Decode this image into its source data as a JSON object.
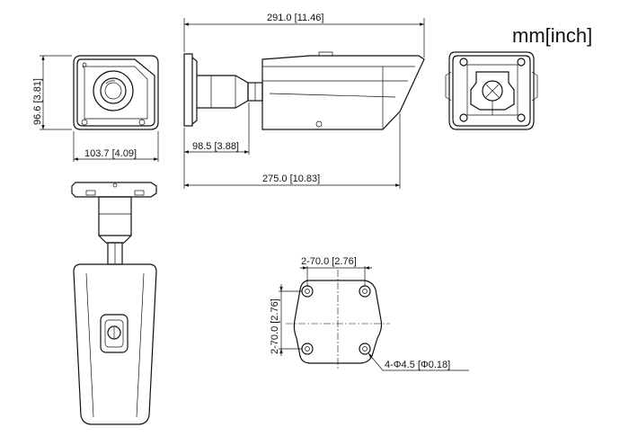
{
  "units": "mm[inch]",
  "dimensions": {
    "total_length": "291.0 [11.46]",
    "body_length": "275.0 [10.83]",
    "bracket_offset": "98.5 [3.88]",
    "front_width": "103.7 [4.09]",
    "front_height": "96.6 [3.81]",
    "hole_spacing_h": "2-70.0 [2.76]",
    "hole_spacing_v": "2-70.0 [2.76]",
    "hole_diameter": "4-Φ4.5 [Φ0.18]"
  }
}
